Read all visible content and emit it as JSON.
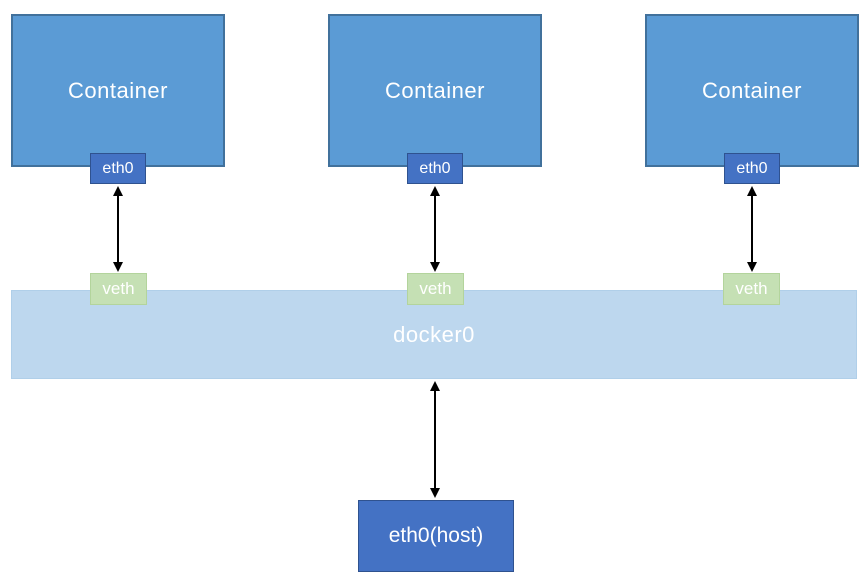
{
  "colors": {
    "container-fill": "#5B9BD5",
    "container-border": "#41719C",
    "eth-fill": "#4472C4",
    "eth-border": "#2F528F",
    "veth-fill": "#C5E0B4",
    "veth-border": "#B3D49C",
    "bridge-fill": "#BDD7EE",
    "bridge-border": "#B0CFE9",
    "arrow": "#000000",
    "text": "#FFFFFF"
  },
  "containers": [
    {
      "label": "Container",
      "iface_label": "eth0",
      "veth_label": "veth"
    },
    {
      "label": "Container",
      "iface_label": "eth0",
      "veth_label": "veth"
    },
    {
      "label": "Container",
      "iface_label": "eth0",
      "veth_label": "veth"
    }
  ],
  "bridge": {
    "label": "docker0"
  },
  "host": {
    "label": "eth0(host)"
  }
}
